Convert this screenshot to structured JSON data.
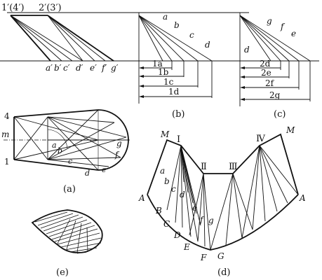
{
  "top_view": {
    "label_1_4": "1′(4′)",
    "label_2_3": "2′(3′)",
    "points": [
      "a′",
      "b′",
      "c′",
      "d′",
      "e′",
      "f′",
      "g′"
    ]
  },
  "panel_b": {
    "caption": "(b)",
    "points": [
      "a",
      "b",
      "c",
      "d"
    ],
    "dims": [
      "1a",
      "1b",
      "1c",
      "1d"
    ]
  },
  "panel_c": {
    "caption": "(c)",
    "points": [
      "g",
      "f",
      "e",
      "d"
    ],
    "dims": [
      "2d",
      "2e",
      "2f",
      "2g"
    ]
  },
  "panel_a": {
    "caption": "(a)",
    "label_4": "4",
    "label_m": "m",
    "label_1": "1",
    "points": [
      "a",
      "b",
      "c",
      "d",
      "e",
      "f",
      "g"
    ]
  },
  "panel_d": {
    "caption": "(d)",
    "roman": [
      "Ⅰ",
      "Ⅱ",
      "Ⅲ",
      "Ⅳ"
    ],
    "M": "M",
    "upper_points": [
      "a",
      "b",
      "c",
      "d",
      "e",
      "f",
      "g"
    ],
    "lower_points": [
      "A",
      "B",
      "C",
      "D",
      "E",
      "F",
      "G"
    ]
  },
  "panel_e": {
    "caption": "(e)"
  }
}
